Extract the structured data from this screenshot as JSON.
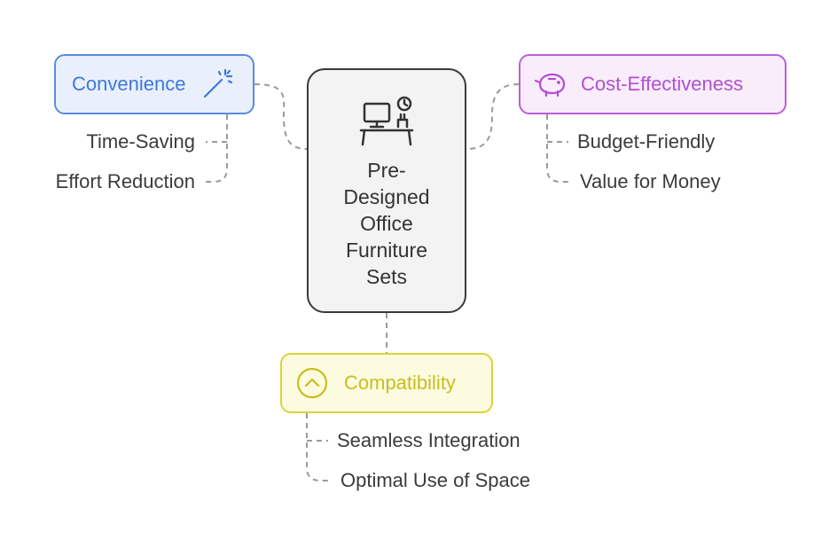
{
  "center": {
    "title": "Pre-Designed Office Furniture Sets",
    "icon": "office-desk-icon"
  },
  "branches": {
    "convenience": {
      "label": "Convenience",
      "icon": "magic-wand-icon",
      "color": "#3e78db",
      "items": [
        "Time-Saving",
        "Effort Reduction"
      ]
    },
    "cost": {
      "label": "Cost-Effectiveness",
      "icon": "piggy-bank-icon",
      "color": "#b24fd1",
      "items": [
        "Budget-Friendly",
        "Value for Money"
      ]
    },
    "compat": {
      "label": "Compatibility",
      "icon": "chevron-up-circle-icon",
      "color": "#c9be1d",
      "items": [
        "Seamless Integration",
        "Optimal Use of Space"
      ]
    }
  }
}
